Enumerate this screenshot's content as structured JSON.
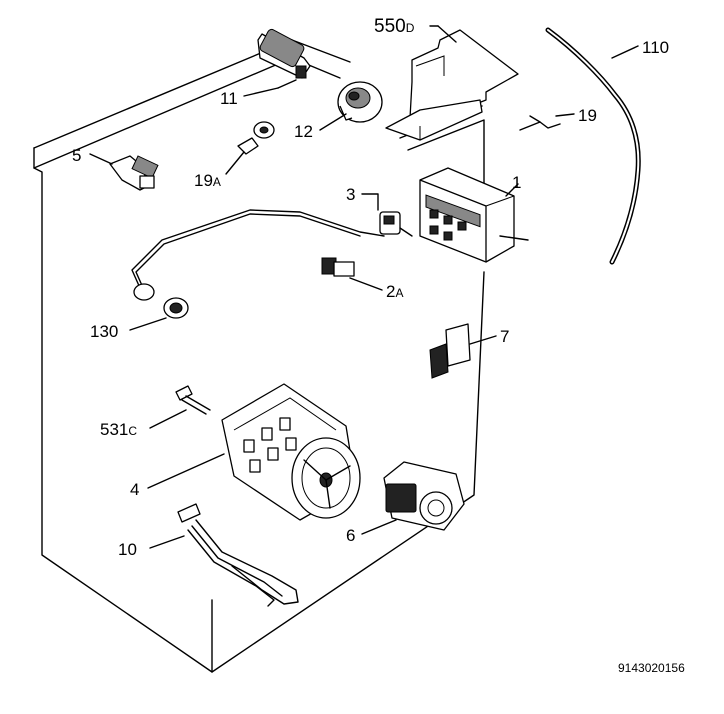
{
  "labels": {
    "p550": {
      "main": "550",
      "sub": "D"
    },
    "p110": "110",
    "p11": "11",
    "p12": "12",
    "p19": "19",
    "p5": "5",
    "p19a": {
      "main": "19",
      "sub": "A"
    },
    "p3": "3",
    "p1": "1",
    "p2a": {
      "main": "2",
      "sub": "A"
    },
    "p130": "130",
    "p7": "7",
    "p531c": {
      "main": "531",
      "sub": "C"
    },
    "p4": "4",
    "p6": "6",
    "p10": "10"
  },
  "document_number": "9143020156"
}
